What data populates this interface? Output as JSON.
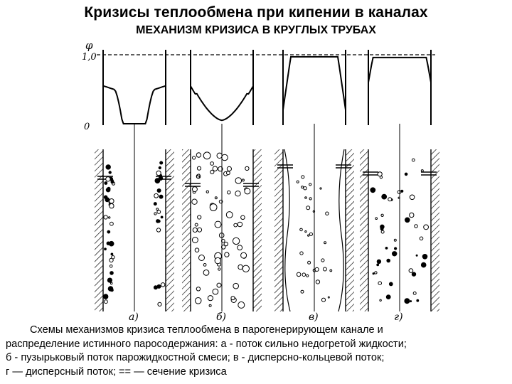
{
  "header": {
    "title": "Кризисы теплообмена при кипении в каналах",
    "subtitle": "МЕХАНИЗМ КРИЗИСА В КРУГЛЫХ ТРУБАХ"
  },
  "axis": {
    "symbol": "φ",
    "top_tick": "1,0",
    "zero_tick": "0"
  },
  "panels": [
    {
      "label": "а)",
      "profile": "weak"
    },
    {
      "label": "б)",
      "profile": "bubbly"
    },
    {
      "label": "в)",
      "profile": "annular"
    },
    {
      "label": "г)",
      "profile": "dispersed"
    }
  ],
  "caption": {
    "line1": "Схемы механизмов кризиса теплообмена в парогенерирующем канале и",
    "line2": "распределение истинного паросодержания: а - поток сильно недогретой жидкости;",
    "line3": "б - пузырьковый поток парожидкостной смеси; в - дисперсно-кольцевой поток;",
    "line4": "г — дисперсный поток; == — сечение кризиса"
  }
}
